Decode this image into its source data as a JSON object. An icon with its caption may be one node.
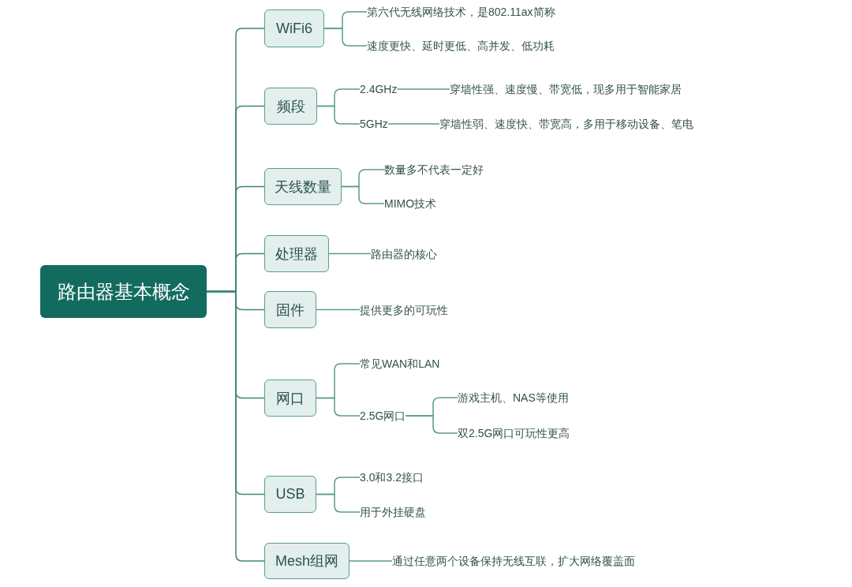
{
  "diagram": {
    "nodes": [
      {
        "text": [
          "路由器基本概念"
        ]
      },
      {
        "text": [
          "WiFi6"
        ]
      },
      {
        "text": [
          "第六代无线网络技术，是802.11ax简称"
        ]
      },
      {
        "text": [
          "速度更快、延时更低、高并发、低功耗"
        ]
      },
      {
        "text": [
          "频段"
        ]
      },
      {
        "text": [
          "2.4GHz"
        ]
      },
      {
        "text": [
          "穿墙性强、速度慢、带宽低，现多用于智能家居"
        ]
      },
      {
        "text": [
          "5GHz"
        ]
      },
      {
        "text": [
          "穿墙性弱、速度快、带宽高，多用于移动设备、笔电"
        ]
      },
      {
        "text": [
          "天线数量"
        ]
      },
      {
        "text": [
          "数量多不代表一定好"
        ]
      },
      {
        "text": [
          "MIMO技术"
        ]
      },
      {
        "text": [
          "处理器"
        ]
      },
      {
        "text": [
          "路由器的核心"
        ]
      },
      {
        "text": [
          "固件"
        ]
      },
      {
        "text": [
          "提供更多的可玩性"
        ]
      },
      {
        "text": [
          "网口"
        ]
      },
      {
        "text": [
          "常见WAN和LAN"
        ]
      },
      {
        "text": [
          "2.5G网口"
        ]
      },
      {
        "text": [
          "游戏主机、NAS等使用"
        ]
      },
      {
        "text": [
          "双2.5G网口可玩性更高"
        ]
      },
      {
        "text": [
          "USB"
        ]
      },
      {
        "text": [
          "3.0和3.2接口"
        ]
      },
      {
        "text": [
          "用于外挂硬盘"
        ]
      },
      {
        "text": [
          "Mesh组网"
        ]
      },
      {
        "text": [
          "通过任意两个设备保持无线互联，扩大网络覆盖面"
        ]
      }
    ],
    "edges": [
      {
        "from": 0,
        "to": 1,
        "arrow": "none"
      },
      {
        "from": 0,
        "to": 4,
        "arrow": "none"
      },
      {
        "from": 0,
        "to": 9,
        "arrow": "none"
      },
      {
        "from": 0,
        "to": 12,
        "arrow": "none"
      },
      {
        "from": 0,
        "to": 14,
        "arrow": "none"
      },
      {
        "from": 0,
        "to": 16,
        "arrow": "none"
      },
      {
        "from": 0,
        "to": 21,
        "arrow": "none"
      },
      {
        "from": 0,
        "to": 24,
        "arrow": "none"
      },
      {
        "from": 1,
        "to": 2,
        "arrow": "none"
      },
      {
        "from": 1,
        "to": 3,
        "arrow": "none"
      },
      {
        "from": 4,
        "to": 5,
        "arrow": "none"
      },
      {
        "from": 4,
        "to": 7,
        "arrow": "none"
      },
      {
        "from": 5,
        "to": 6,
        "arrow": "none"
      },
      {
        "from": 7,
        "to": 8,
        "arrow": "none"
      },
      {
        "from": 9,
        "to": 10,
        "arrow": "none"
      },
      {
        "from": 9,
        "to": 11,
        "arrow": "none"
      },
      {
        "from": 12,
        "to": 13,
        "arrow": "none"
      },
      {
        "from": 14,
        "to": 15,
        "arrow": "none"
      },
      {
        "from": 16,
        "to": 17,
        "arrow": "none"
      },
      {
        "from": 16,
        "to": 18,
        "arrow": "none"
      },
      {
        "from": 18,
        "to": 19,
        "arrow": "none"
      },
      {
        "from": 18,
        "to": 20,
        "arrow": "none"
      },
      {
        "from": 21,
        "to": 22,
        "arrow": "none"
      },
      {
        "from": 21,
        "to": 23,
        "arrow": "none"
      },
      {
        "from": 24,
        "to": 25,
        "arrow": "none"
      }
    ]
  }
}
